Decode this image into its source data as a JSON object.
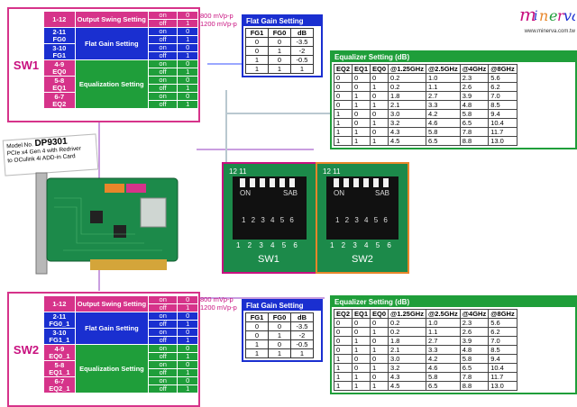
{
  "brand": {
    "name": "minerva",
    "url": "www.minerva.com.tw"
  },
  "model": {
    "prefix": "Model No.",
    "number": "DP9301",
    "desc1": "PCIe x4 Gen 4 with Redriver",
    "desc2": "to OCulink 4i ADD-in Card"
  },
  "sw1": {
    "label": "SW1",
    "rows": [
      {
        "pin": "1-12",
        "func": "Output Swing Setting",
        "states": [
          "on",
          "off"
        ],
        "vals": [
          "0",
          "1"
        ]
      },
      {
        "pin": "2-11",
        "sub": "FG0",
        "func": "Flat Gain Setting",
        "states": [
          "on",
          "off"
        ],
        "vals": [
          "0",
          "1"
        ]
      },
      {
        "pin": "3-10",
        "sub": "FG1",
        "states": [
          "on",
          "off"
        ],
        "vals": [
          "0",
          "1"
        ]
      },
      {
        "pin": "4-9",
        "sub": "EQ0",
        "func": "Equalization Setting",
        "states": [
          "on",
          "off"
        ],
        "vals": [
          "0",
          "1"
        ]
      },
      {
        "pin": "5-8",
        "sub": "EQ1",
        "states": [
          "on",
          "off"
        ],
        "vals": [
          "0",
          "1"
        ]
      },
      {
        "pin": "6-7",
        "sub": "EQ2",
        "states": [
          "on",
          "off"
        ],
        "vals": [
          "0",
          "1"
        ]
      }
    ],
    "mv1": "800 mVp-p",
    "mv2": "1200 mVp-p"
  },
  "sw2": {
    "label": "SW2",
    "rows": [
      {
        "pin": "1-12",
        "func": "Output Swing Setting",
        "states": [
          "on",
          "off"
        ],
        "vals": [
          "0",
          "1"
        ]
      },
      {
        "pin": "2-11",
        "sub": "FG0_1",
        "func": "Flat Gain Setting",
        "states": [
          "on",
          "off"
        ],
        "vals": [
          "0",
          "1"
        ]
      },
      {
        "pin": "3-10",
        "sub": "FG1_1",
        "states": [
          "on",
          "off"
        ],
        "vals": [
          "0",
          "1"
        ]
      },
      {
        "pin": "4-9",
        "sub": "EQ0_1",
        "func": "Equalization Setting",
        "states": [
          "on",
          "off"
        ],
        "vals": [
          "0",
          "1"
        ]
      },
      {
        "pin": "5-8",
        "sub": "EQ1_1",
        "states": [
          "on",
          "off"
        ],
        "vals": [
          "0",
          "1"
        ]
      },
      {
        "pin": "6-7",
        "sub": "EQ2_1",
        "states": [
          "on",
          "off"
        ],
        "vals": [
          "0",
          "1"
        ]
      }
    ],
    "mv1": "800 mVp-p",
    "mv2": "1200 mVp-p"
  },
  "flat_gain": {
    "title": "Flat Gain Setting",
    "headers": [
      "FG1",
      "FG0",
      "dB"
    ],
    "rows": [
      [
        "0",
        "0",
        "-3.5"
      ],
      [
        "0",
        "1",
        "-2"
      ],
      [
        "1",
        "0",
        "-0.5"
      ],
      [
        "1",
        "1",
        "1"
      ]
    ]
  },
  "equalizer": {
    "title": "Equalizer Setting (dB)",
    "headers": [
      "EQ2",
      "EQ1",
      "EQ0",
      "@1.25GHz",
      "@2.5GHz",
      "@4GHz",
      "@8GHz"
    ],
    "rows": [
      [
        "0",
        "0",
        "0",
        "0.2",
        "1.0",
        "2.3",
        "5.6"
      ],
      [
        "0",
        "0",
        "1",
        "0.2",
        "1.1",
        "2.6",
        "6.2"
      ],
      [
        "0",
        "1",
        "0",
        "1.8",
        "2.7",
        "3.9",
        "7.0"
      ],
      [
        "0",
        "1",
        "1",
        "2.1",
        "3.3",
        "4.8",
        "8.5"
      ],
      [
        "1",
        "0",
        "0",
        "3.0",
        "4.2",
        "5.8",
        "9.4"
      ],
      [
        "1",
        "0",
        "1",
        "3.2",
        "4.6",
        "6.5",
        "10.4"
      ],
      [
        "1",
        "1",
        "0",
        "4.3",
        "5.8",
        "7.8",
        "11.7"
      ],
      [
        "1",
        "1",
        "1",
        "4.5",
        "6.5",
        "8.8",
        "13.0"
      ]
    ]
  },
  "switches": {
    "sw1": {
      "label": "SW1",
      "on": "ON",
      "sab": "SAB",
      "nums_top": "12 11",
      "nums_mid": "1 2 3 4 5 6",
      "nums_bot": "1 2 3 4 5 6"
    },
    "sw2": {
      "label": "SW2",
      "on": "ON",
      "sab": "SAB",
      "nums_top": "12 11",
      "nums_mid": "1 2 3 4 5 6",
      "nums_bot": "1 2 3 4 5 6"
    }
  },
  "colors": {
    "magenta": "#d6338a",
    "blue": "#1a2fd0",
    "green": "#1f9e3a",
    "orange": "#e8862a",
    "pcb": "#1c8a4a"
  }
}
